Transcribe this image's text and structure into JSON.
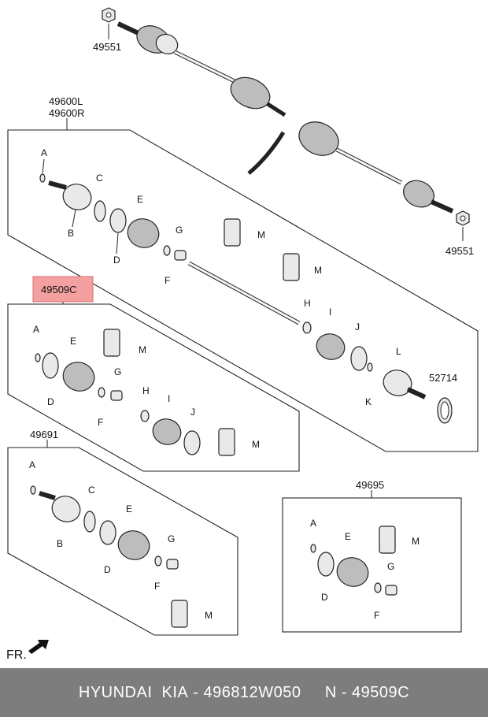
{
  "part_numbers": {
    "nut_top": "49551",
    "nut_right": "49551",
    "shaft_assy_l": "49600L",
    "shaft_assy_r": "49600R",
    "kit_highlight": "49509C",
    "kit_49691": "49691",
    "kit_49695": "49695",
    "tone_ring": "52714"
  },
  "highlight_color": "#f4a0a0",
  "labels": {
    "A": "A",
    "B": "B",
    "C": "C",
    "D": "D",
    "E": "E",
    "F": "F",
    "G": "G",
    "H": "H",
    "I": "I",
    "J": "J",
    "K": "K",
    "L": "L",
    "M": "M"
  },
  "fr_label": "FR.",
  "footer": {
    "brand": "HYUNDAI  KIA",
    "part_number": "496812W050",
    "diagram_number": "N - 49509C"
  }
}
